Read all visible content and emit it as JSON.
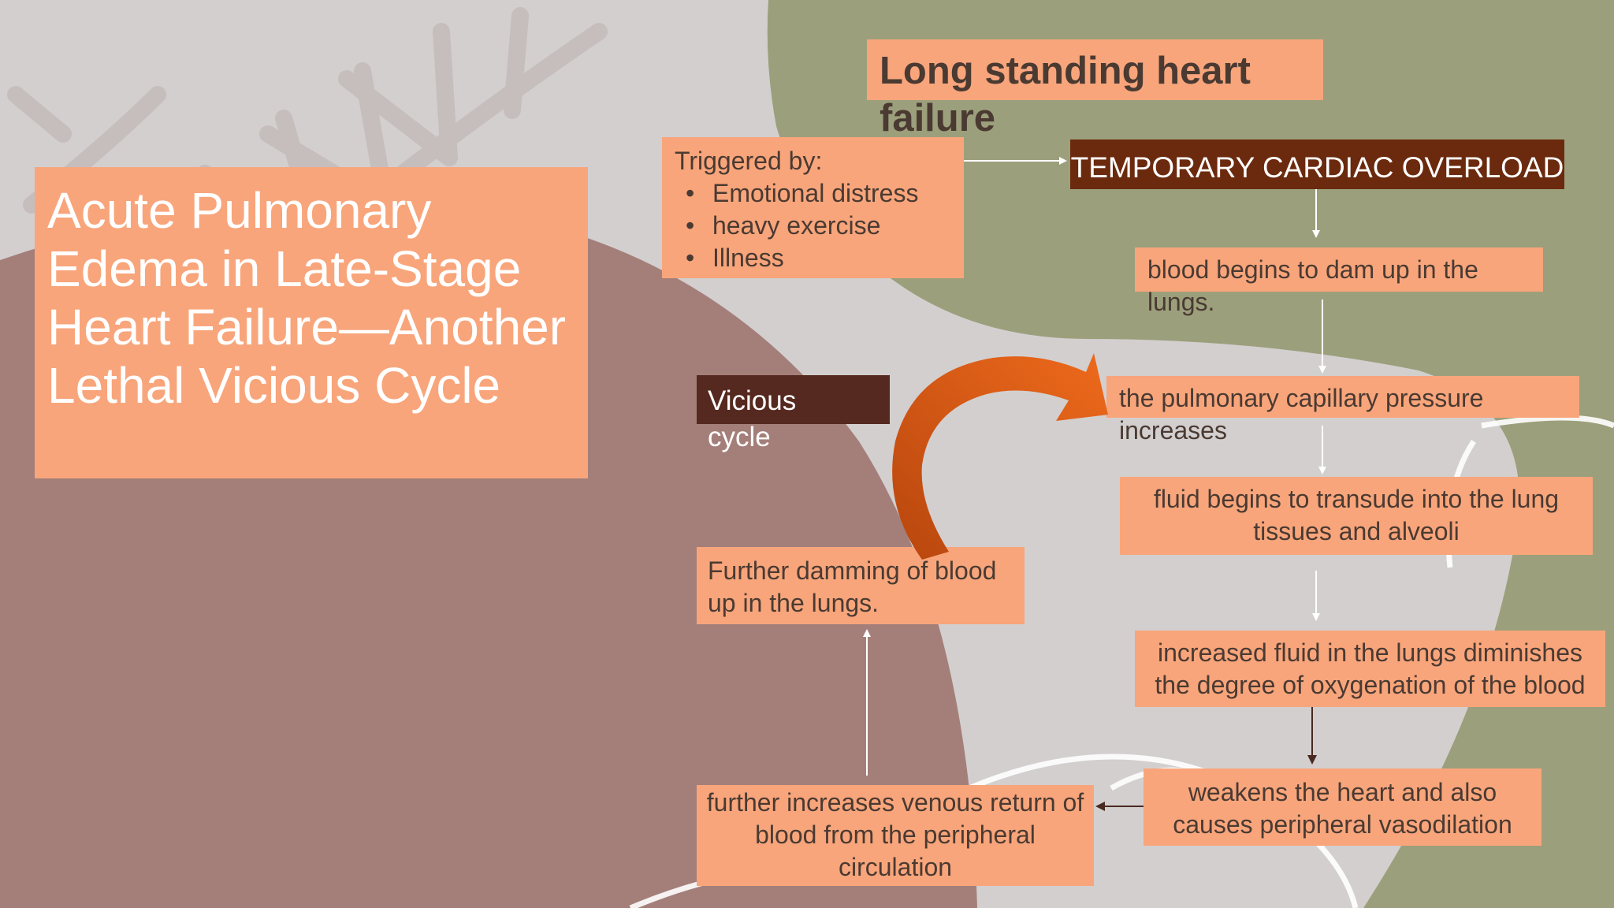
{
  "slide": {
    "title": "Acute Pulmonary Edema in Late-Stage Heart Failure—Another Lethal Vicious Cycle",
    "heading": "Long standing heart failure",
    "trigger": {
      "label": "Triggered by:",
      "items": [
        "Emotional distress",
        "heavy exercise",
        "Illness"
      ]
    },
    "overload": "TEMPORARY CARDIAC OVERLOAD",
    "steps": [
      "blood begins to dam up in the lungs.",
      "the pulmonary capillary pressure increases",
      "fluid begins to transude into the lung tissues and alveoli",
      "increased fluid in the lungs diminishes the degree of oxygenation of the blood",
      "weakens the heart and also causes peripheral vasodilation",
      "further increases venous return of blood from the peripheral circulation",
      "Further damming  of blood up  in the lungs."
    ],
    "cycle_label": "Vicious cycle"
  },
  "colors": {
    "box": "#f8a57b",
    "overload": "#6b2a0e",
    "vicious": "#55291f",
    "olive": "#9c9f7b",
    "mauve": "#a47f7a",
    "curve_arrow": "#e8601a",
    "background": "#d3cfcf"
  }
}
